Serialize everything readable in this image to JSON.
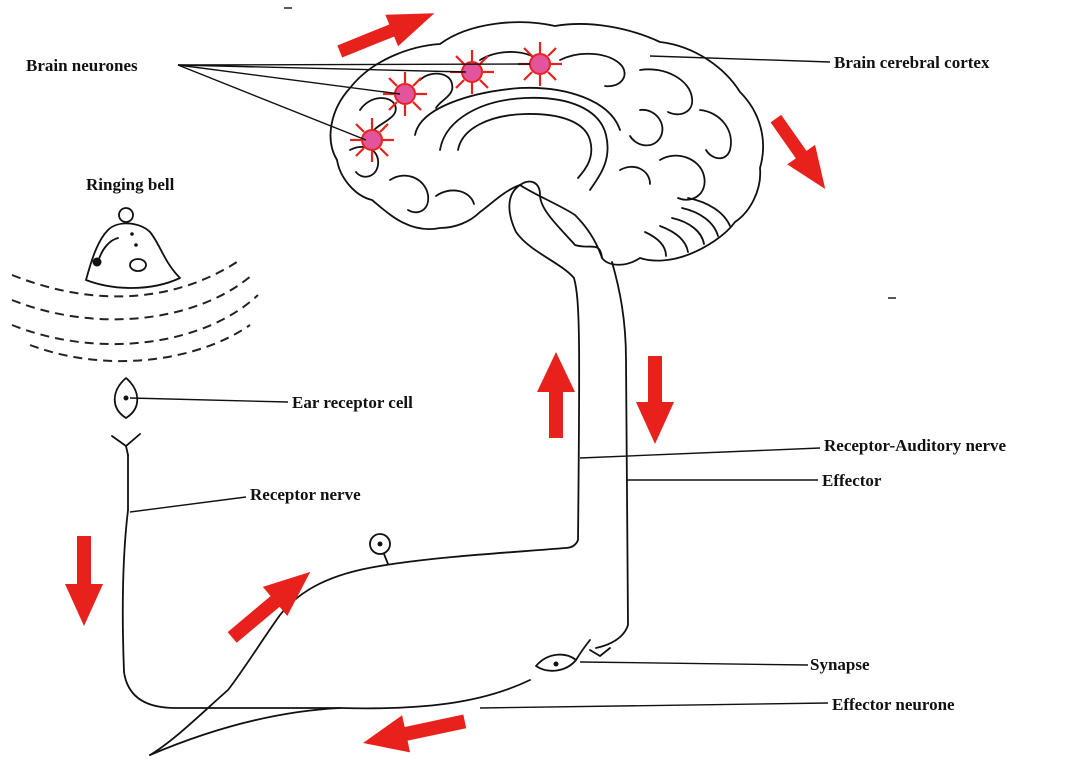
{
  "labels": {
    "brain_neurones": "Brain neurones",
    "brain_cerebral_cortex": "Brain cerebral cortex",
    "ringing_bell": "Ringing bell",
    "ear_receptor_cell": "Ear receptor cell",
    "receptor_auditory_nerve": "Receptor-Auditory nerve",
    "effector": "Effector",
    "receptor_nerve": "Receptor nerve",
    "synapse": "Synapse",
    "effector_neurone": "Effector neurone"
  },
  "colors": {
    "arrow": "#e8211d",
    "neurone_body": "#e2559d",
    "line": "#111111"
  },
  "icons": [
    "bell-icon",
    "sound-wave-icon",
    "ear-receptor-cell-icon",
    "neurone-icon",
    "arrow-icon"
  ]
}
